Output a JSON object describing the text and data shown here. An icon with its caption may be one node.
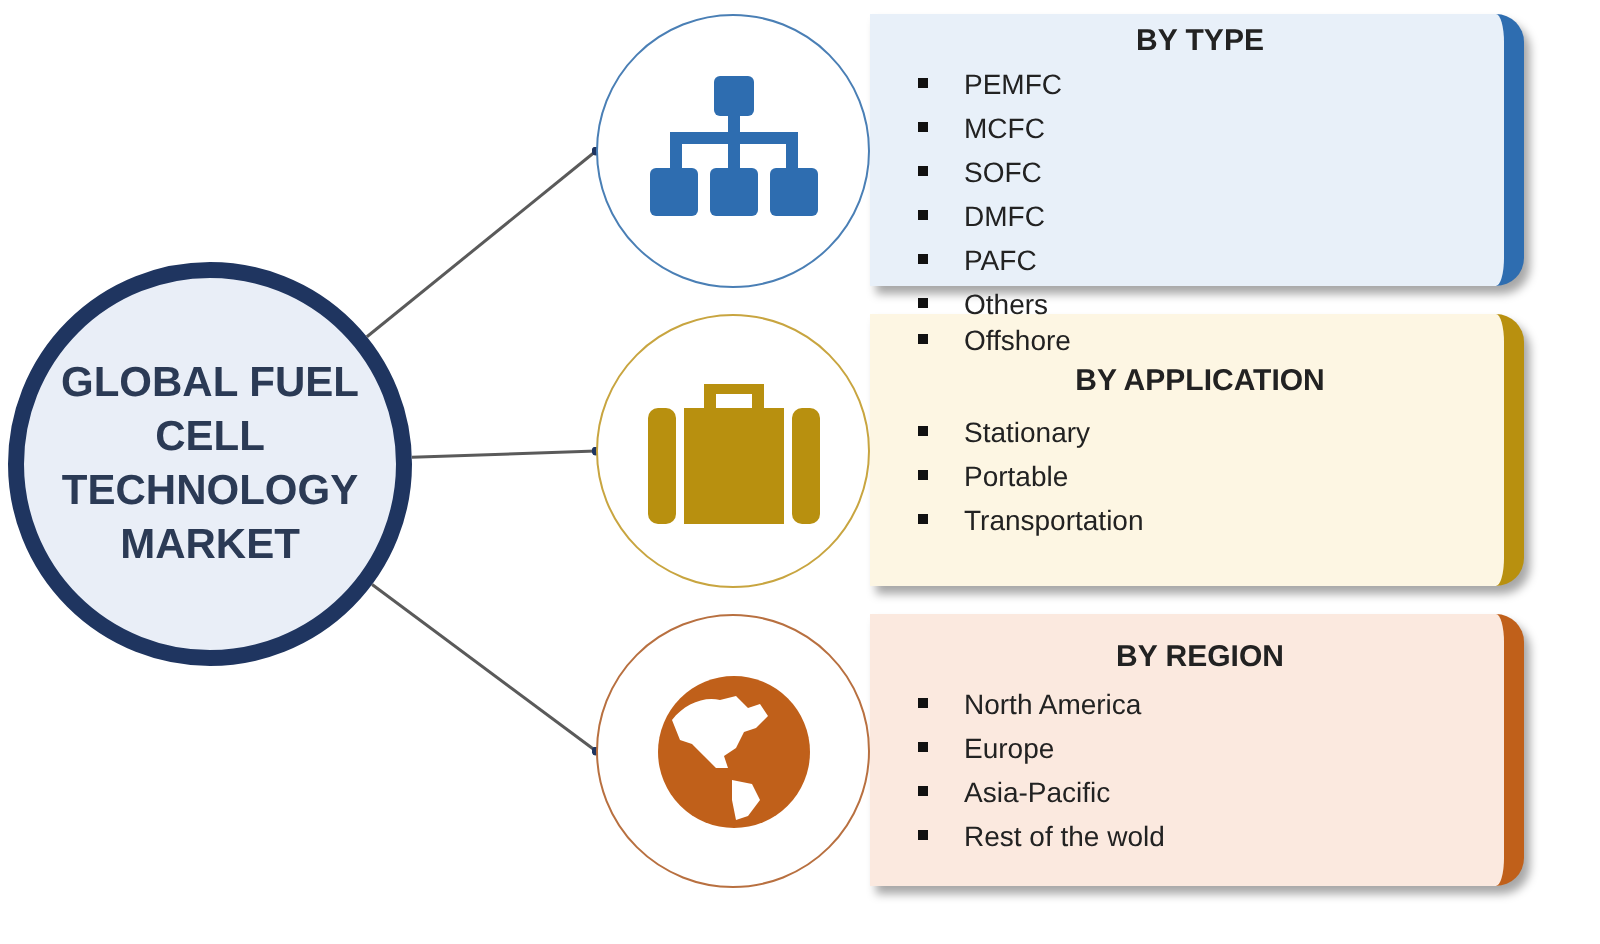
{
  "diagram": {
    "nodes": [
      {
        "text": [
          "GLOBAL FUEL CELL TECHNOLOGY MARKET"
        ]
      },
      {
        "text": [],
        "shape": "circle"
      },
      {
        "text": [
          "BY TYPE",
          "PEMFC",
          "MCFC",
          "SOFC",
          "DMFC",
          "PAFC",
          "Others"
        ]
      },
      {
        "text": [],
        "shape": "circle"
      },
      {
        "text": [
          "Offshore",
          "BY APPLICATION",
          "Stationary",
          "Portable",
          "Transportation"
        ]
      },
      {
        "text": [],
        "shape": "circle"
      },
      {
        "text": [
          "BY REGION",
          "North America",
          "Europe",
          "Asia-Pacific",
          "Rest of the wold"
        ]
      }
    ],
    "edges": [
      {
        "from": 0,
        "to": 1,
        "arrow": "other"
      },
      {
        "from": 0,
        "to": 3,
        "arrow": "other"
      },
      {
        "from": 0,
        "to": 5,
        "arrow": "other"
      }
    ]
  }
}
